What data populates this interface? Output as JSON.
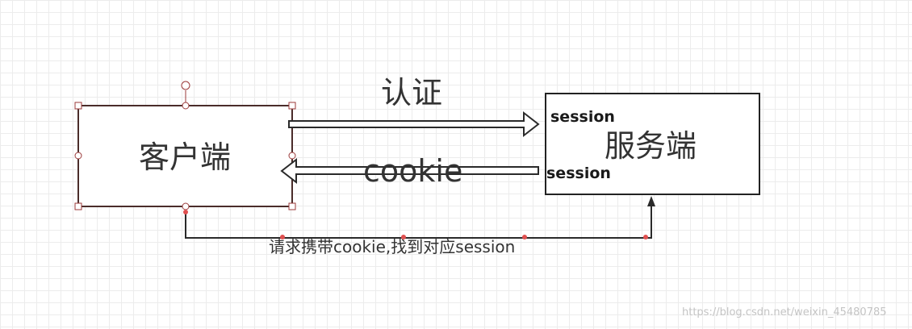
{
  "nodes": {
    "client": "客户端",
    "server": "服务端",
    "server_session_top": "session",
    "server_session_bottom": "session"
  },
  "edges": {
    "auth": "认证",
    "cookie": "cookie",
    "request": "请求携带cookie,找到对应session"
  },
  "watermark": "https://blog.csdn.net/weixin_45480785",
  "colors": {
    "box_border_client": "#4a2c2a",
    "box_border_server": "#222222",
    "handle_border": "#9b3a3a",
    "connector_dot": "#e05050",
    "text": "#333333"
  }
}
